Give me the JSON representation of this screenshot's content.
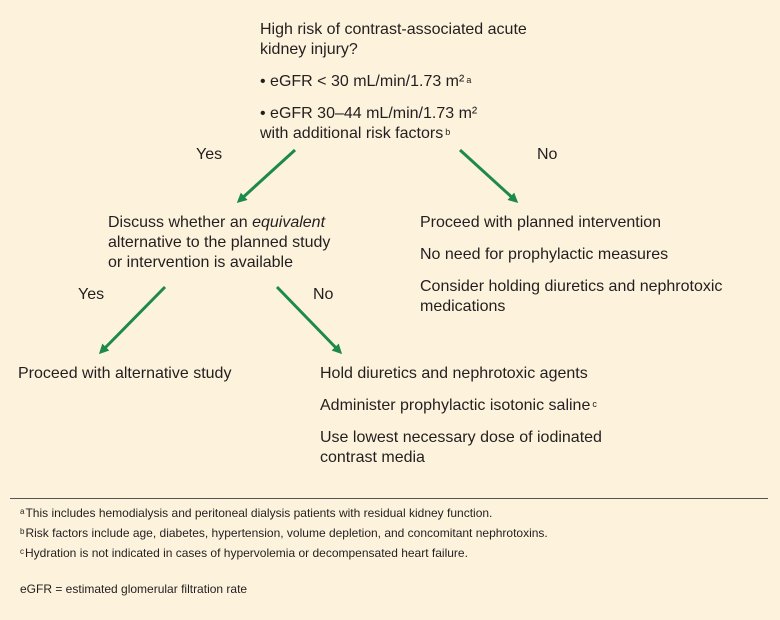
{
  "top": {
    "title_l1": "High risk of contrast-associated acute",
    "title_l2": "kidney injury?",
    "crit1": "• eGFR < 30 mL/min/1.73 m²",
    "crit1_sup": "a",
    "crit2_l1": "• eGFR 30–44 mL/min/1.73 m²",
    "crit2_l2": "with additional risk factors",
    "crit2_sup": "b"
  },
  "labels": {
    "yes": "Yes",
    "no": "No"
  },
  "discuss": {
    "pre": "Discuss whether an ",
    "em": "equivalent",
    "l2": "alternative to the planned study",
    "l3": "or intervention is available"
  },
  "no_branch": {
    "item1": "Proceed with planned intervention",
    "item2": "No need for prophylactic measures",
    "item3_l1": "Consider holding diuretics and nephrotoxic",
    "item3_l2": "medications"
  },
  "alt": {
    "item1": "Proceed with alternative study"
  },
  "hold": {
    "item1": "Hold diuretics and nephrotoxic agents",
    "item2": "Administer prophylactic isotonic saline",
    "item2_sup": "c",
    "item3_l1": "Use lowest necessary dose of iodinated",
    "item3_l2": "contrast media"
  },
  "footnotes": {
    "a_mark": "a",
    "a": "This includes hemodialysis and peritoneal dialysis patients with residual kidney function.",
    "b_mark": "b",
    "b": "Risk factors include age, diabetes, hypertension, volume depletion, and concomitant nephrotoxins.",
    "c_mark": "c",
    "c": "Hydration is not indicated in cases of hypervolemia or decompensated heart failure.",
    "abbr": "eGFR = estimated glomerular filtration rate"
  },
  "colors": {
    "arrow": "#1e8a4a",
    "background": "#fdf2dc",
    "text": "#231f20"
  }
}
